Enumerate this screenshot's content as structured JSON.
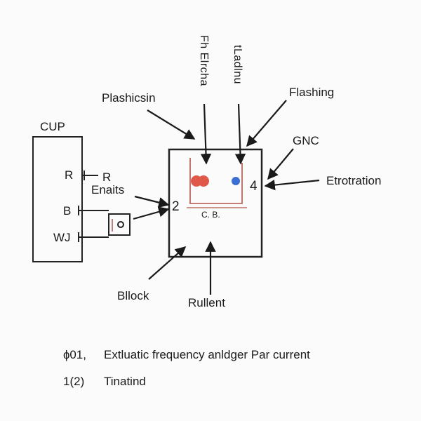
{
  "left_box": {
    "title": "CUP",
    "pin_r_left": "R",
    "pin_r_right": "R",
    "pin_b": "B",
    "pin_wj": "WJ"
  },
  "labels": {
    "enaits": "Enaits",
    "plashicsin": "Plashicsin",
    "flashing": "Flashing",
    "gnc": "GNC",
    "etrotration": "Etrotration",
    "block": "Bllock",
    "rullent": "Rullent",
    "vertical_left": "Fh Elrcha",
    "vertical_right": "tLadlnu"
  },
  "main_box": {
    "inner_label": "C. B.",
    "port_2": "2",
    "port_4": "4"
  },
  "indicator_colors": {
    "red": "#e0584a",
    "blue": "#3b6fd1",
    "bracket": "#b5544a"
  },
  "legend": [
    {
      "symbol": "ɸ01,",
      "text": "Extluatic frequency anldger Par current"
    },
    {
      "symbol": "1(2)",
      "text": "Tinatind"
    }
  ]
}
